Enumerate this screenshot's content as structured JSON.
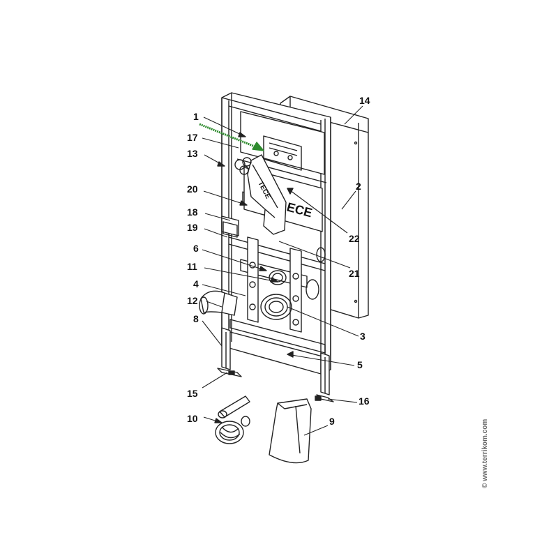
{
  "labels": {
    "l1": "1",
    "l2": "2",
    "l3": "3",
    "l4": "4",
    "l5": "5",
    "l6": "6",
    "l8": "8",
    "l9": "9",
    "l10": "10",
    "l11": "11",
    "l12": "12",
    "l13": "13",
    "l14": "14",
    "l15": "15",
    "l16": "16",
    "l17": "17",
    "l18": "18",
    "l19": "19",
    "l20": "20",
    "l21": "21",
    "l22": "22"
  },
  "logo_text": "TECE",
  "watermark": "© www.terrikom.com",
  "colors": {
    "line": "#222222",
    "highlight_arrow": "#2e8b2e",
    "background": "#ffffff"
  }
}
